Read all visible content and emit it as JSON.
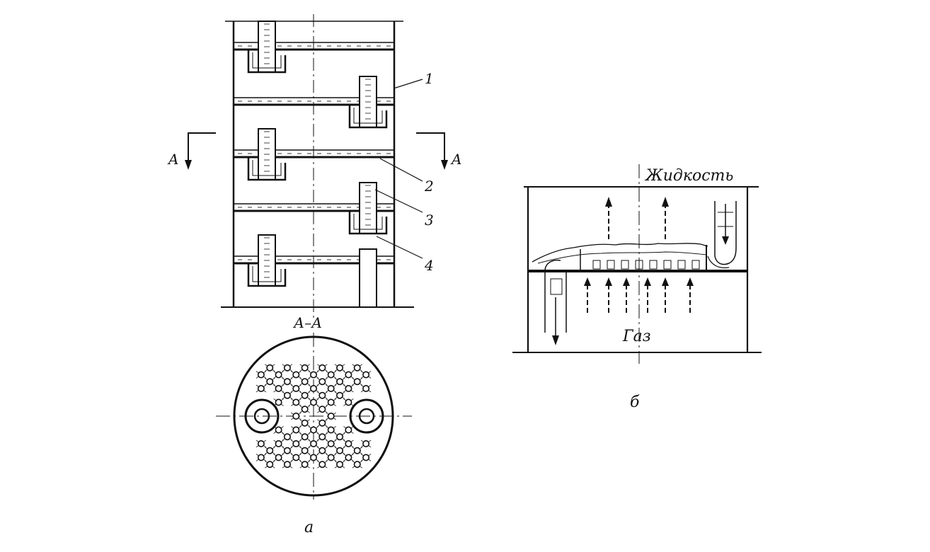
{
  "labels": {
    "callouts": [
      "1",
      "2",
      "3",
      "4"
    ],
    "section_mark": "A",
    "section_title": "А–А",
    "view_a": "а",
    "view_b": "б",
    "liquid": "Жидкость",
    "gas": "Газ"
  }
}
